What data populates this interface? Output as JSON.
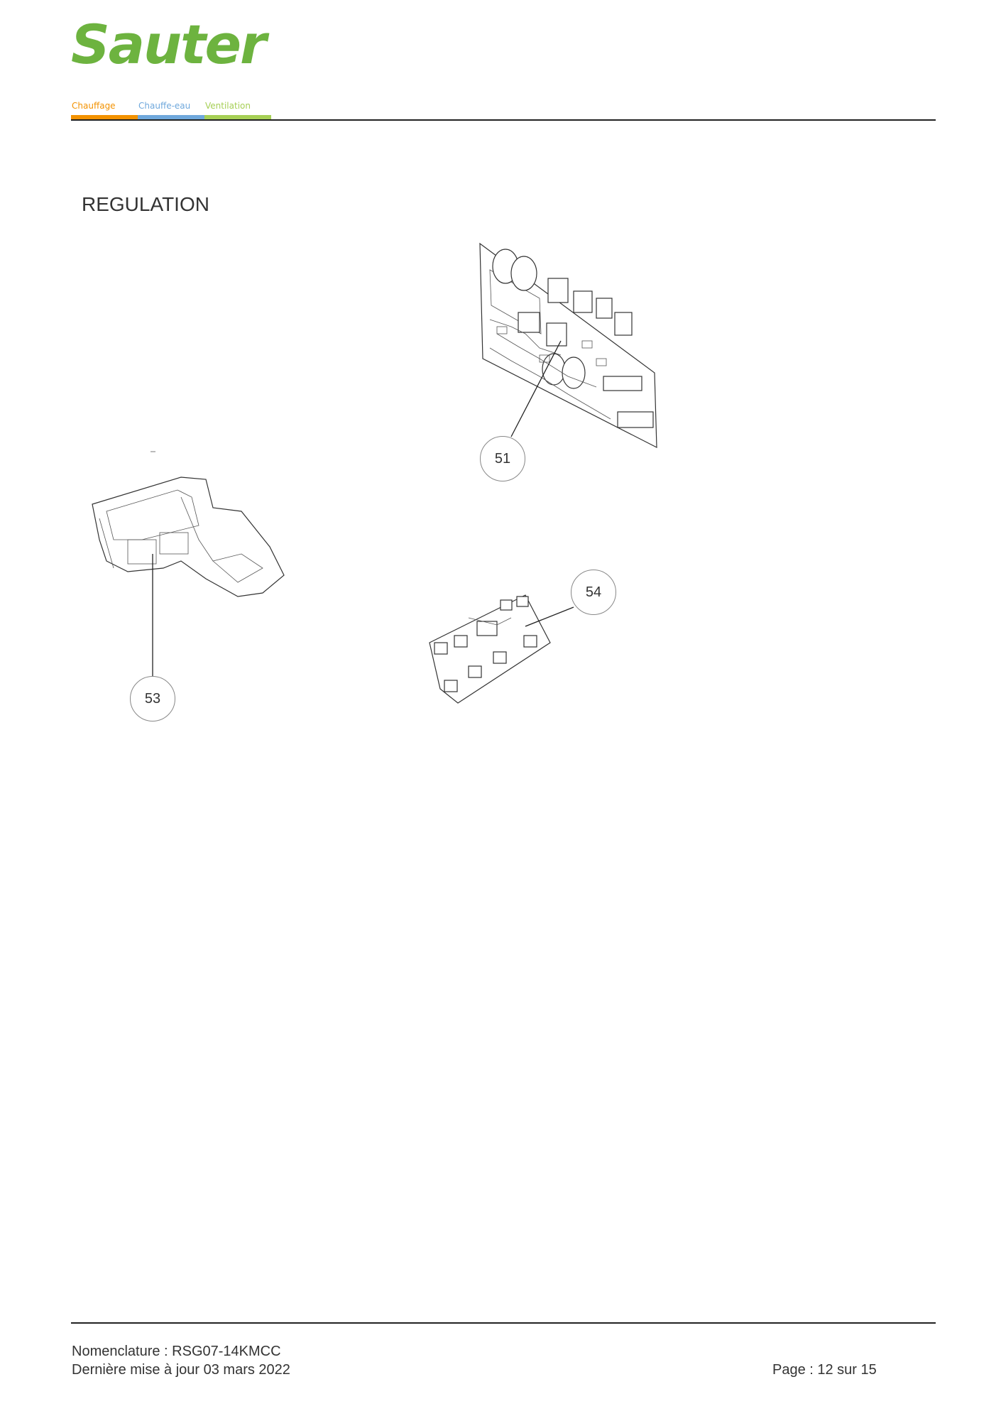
{
  "header": {
    "brand": "Sauter",
    "categories": [
      {
        "label": "Chauffage",
        "color": "#f39200"
      },
      {
        "label": "Chauffe-eau",
        "color": "#6fa8dc"
      },
      {
        "label": "Ventilation",
        "color": "#a6cf55"
      }
    ]
  },
  "section": {
    "title": "REGULATION"
  },
  "callouts": {
    "c51": "51",
    "c53": "53",
    "c54": "54"
  },
  "footer": {
    "nomenclature": "Nomenclature : RSG07-14KMCC",
    "updated": "Dernière mise à jour 03 mars 2022",
    "page": "Page : 12 sur 15"
  }
}
